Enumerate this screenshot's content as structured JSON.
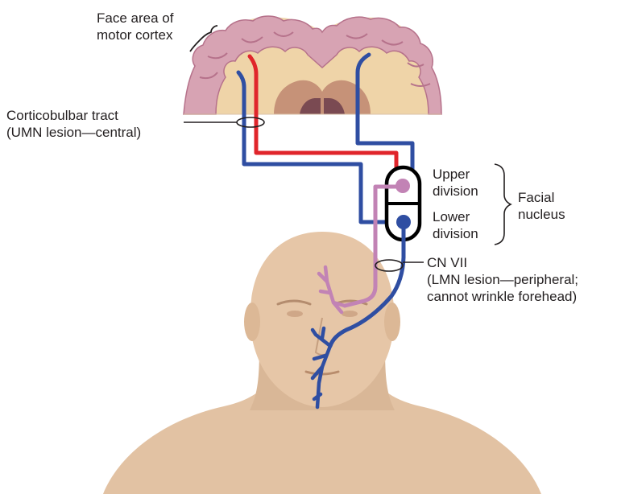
{
  "labels": {
    "face_area": [
      "Face area of",
      "motor cortex"
    ],
    "corticobulbar": [
      "Corticobulbar tract",
      "(UMN lesion—central)"
    ],
    "upper_division": [
      "Upper",
      "division"
    ],
    "lower_division": [
      "Lower",
      "division"
    ],
    "facial_nucleus": [
      "Facial",
      "nucleus"
    ],
    "cn_vii": [
      "CN VII",
      "(LMN lesion—peripheral;",
      "cannot wrinkle forehead)"
    ]
  },
  "colors": {
    "umn_crossed": "#e0252b",
    "umn_uncrossed": "#2f4ea2",
    "upper_division_lmn": "#c283b5",
    "lower_division_lmn": "#2f4ea2",
    "skin": "#e8c9ac",
    "brain_tissue": "#efd4a8",
    "cortex": "#d39bb0"
  },
  "icons": {
    "brain": "coronal-brain-section",
    "head": "human-head-and-shoulders"
  }
}
